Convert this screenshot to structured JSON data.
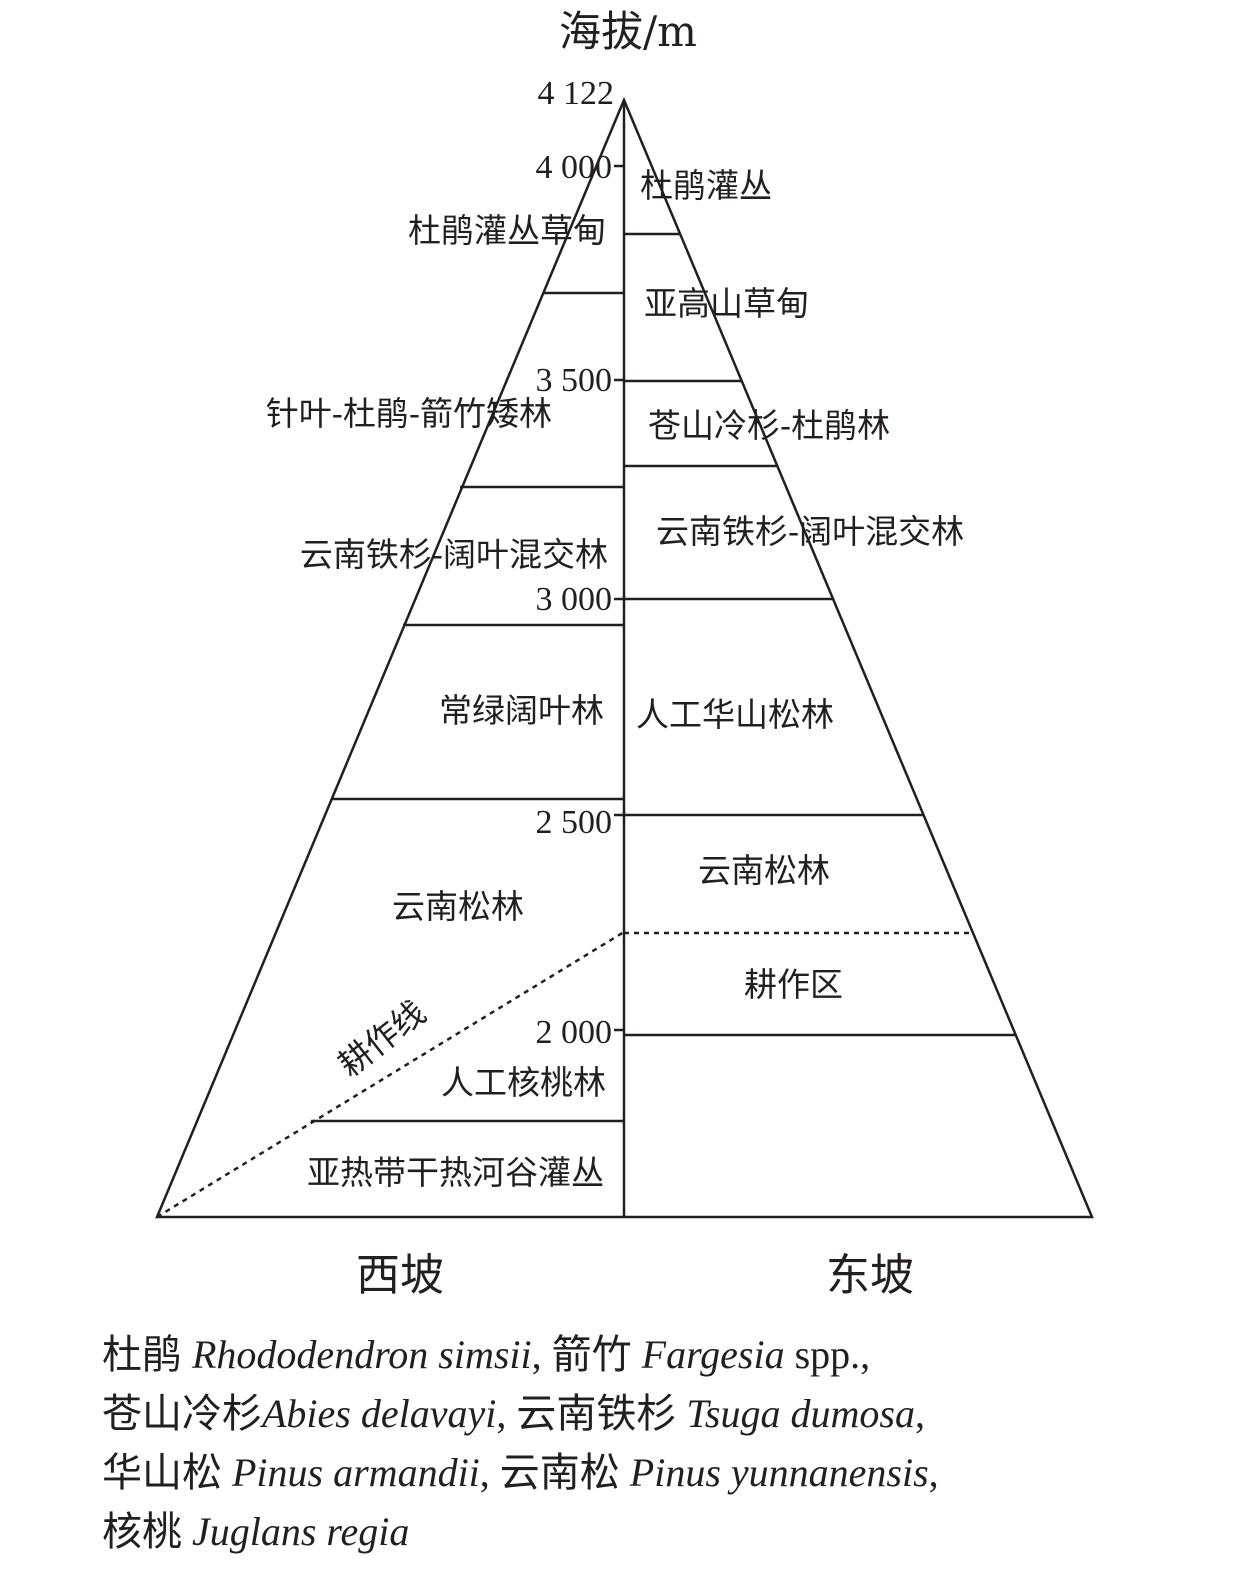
{
  "axis_title": "海拔/m",
  "ticks": {
    "t4122": "4 122",
    "t4000": "4 000",
    "t3500": "3 500",
    "t3000": "3 000",
    "t2500": "2 500",
    "t2000": "2 000"
  },
  "west": {
    "label": "西坡",
    "zones": [
      "杜鹃灌丛草甸",
      "针叶-杜鹃-箭竹矮林",
      "云南铁杉-阔叶混交林",
      "常绿阔叶林",
      "云南松林",
      "人工核桃林",
      "亚热带干热河谷灌丛"
    ],
    "cultivation_line": "耕作线"
  },
  "east": {
    "label": "东坡",
    "zones": [
      "杜鹃灌丛",
      "亚高山草甸",
      "苍山冷杉-杜鹃林",
      "云南铁杉-阔叶混交林",
      "人工华山松林",
      "云南松林",
      "耕作区"
    ]
  },
  "legend": [
    [
      {
        "cn": "杜鹃 ",
        "la": "Rhododendron simsii"
      },
      {
        "cn": ", 箭竹 ",
        "la": "Fargesia"
      },
      {
        "cn": " spp.,",
        "la": ""
      }
    ],
    [
      {
        "cn": "苍山冷杉",
        "la": "Abies delavayi"
      },
      {
        "cn": ", 云南铁杉 ",
        "la": "Tsuga dumosa"
      },
      {
        "cn": ",",
        "la": ""
      }
    ],
    [
      {
        "cn": "华山松 ",
        "la": "Pinus armandii"
      },
      {
        "cn": ", 云南松 ",
        "la": "Pinus yunnanensis"
      },
      {
        "cn": ",",
        "la": ""
      }
    ],
    [
      {
        "cn": "核桃 ",
        "la": "Juglans regia"
      }
    ]
  ]
}
